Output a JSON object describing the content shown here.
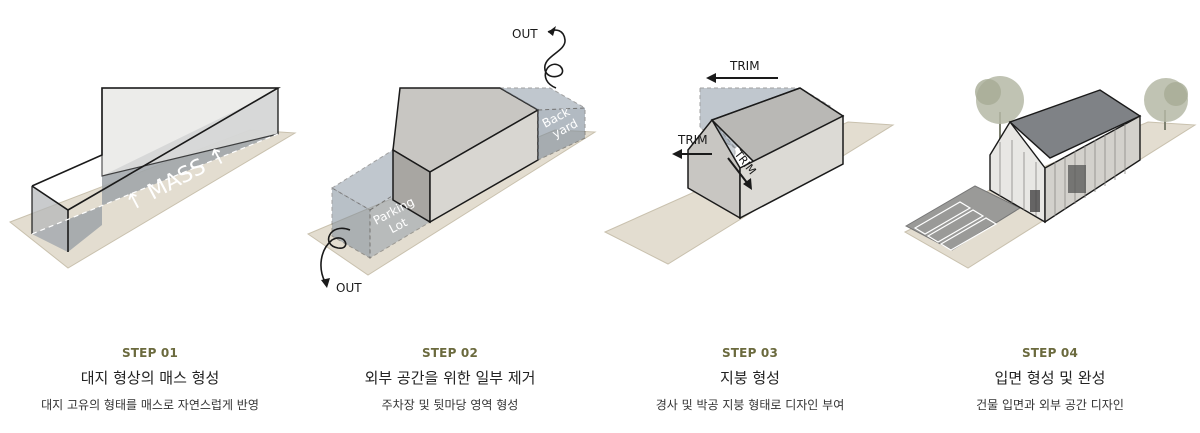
{
  "steps": [
    {
      "label": "STEP 01",
      "title": "대지 형상의 매스 형성",
      "desc": "대지 고유의 형태를 매스로 자연스럽게 반영"
    },
    {
      "label": "STEP 02",
      "title": "외부 공간을 위한 일부 제거",
      "desc": "주차장 및 뒷마당 영역 형성"
    },
    {
      "label": "STEP 03",
      "title": "지붕 형성",
      "desc": "경사 및 박공 지붕 형태로 디자인 부여"
    },
    {
      "label": "STEP 04",
      "title": "입면 형성 및 완성",
      "desc": "건물 입면과 외부 공간 디자인"
    }
  ],
  "annotations": {
    "mass": "↑ MASS ↑",
    "out_top": "OUT",
    "out_bottom": "OUT",
    "backyard_1": "Back",
    "backyard_2": "yard",
    "parking_1": "Parking",
    "parking_2": "Lot",
    "trim_top": "TRIM",
    "trim_left": "TRIM",
    "trim_mid": "TRIM"
  },
  "colors": {
    "site": "#e3ddd0",
    "mass": "#bdbfc2",
    "wall": "#dcdad5",
    "accent": "#6b6a3e",
    "line": "#1a1a1a",
    "tree": "#b5b9a6"
  }
}
